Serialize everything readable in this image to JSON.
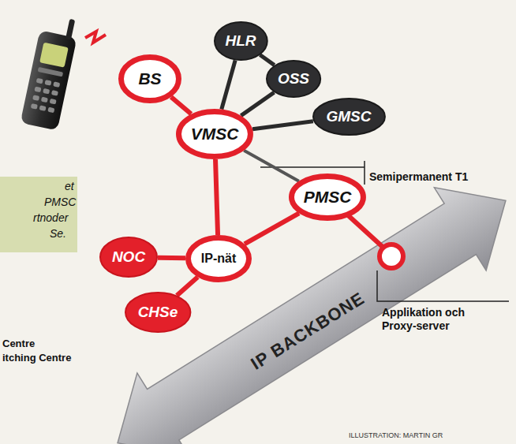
{
  "diagram": {
    "nodes": [
      {
        "text": [
          "BS"
        ]
      },
      {
        "text": [
          "HLR"
        ]
      },
      {
        "text": [
          "OSS"
        ]
      },
      {
        "text": [
          "GMSC"
        ]
      },
      {
        "text": [
          "VMSC"
        ]
      },
      {
        "text": [
          "PMSC"
        ]
      },
      {
        "text": [
          "NOC"
        ]
      },
      {
        "text": [
          "IP-nät"
        ]
      },
      {
        "text": [
          "CHSe"
        ]
      }
    ],
    "edges": [
      {
        "from": 0,
        "to": 4,
        "arrow": "none"
      },
      {
        "from": 4,
        "to": 1,
        "arrow": "none"
      },
      {
        "from": 4,
        "to": 2,
        "arrow": "none"
      },
      {
        "from": 4,
        "to": 3,
        "arrow": "none"
      },
      {
        "from": 1,
        "to": 2,
        "arrow": "none"
      },
      {
        "from": 4,
        "to": 5,
        "arrow": "none"
      },
      {
        "from": 4,
        "to": 7,
        "arrow": "none"
      },
      {
        "from": 7,
        "to": 5,
        "arrow": "none"
      },
      {
        "from": 7,
        "to": 6,
        "arrow": "none"
      },
      {
        "from": 7,
        "to": 8,
        "arrow": "none"
      }
    ],
    "labels": [
      "Semipermanent T1",
      "Applikation och Proxy-server",
      "IP BACKBONE",
      "et",
      "PMSC",
      "rtnoder",
      "Se.",
      "Centre",
      "itching Centre",
      "ILLUSTRATION: MARTIN GR"
    ]
  }
}
